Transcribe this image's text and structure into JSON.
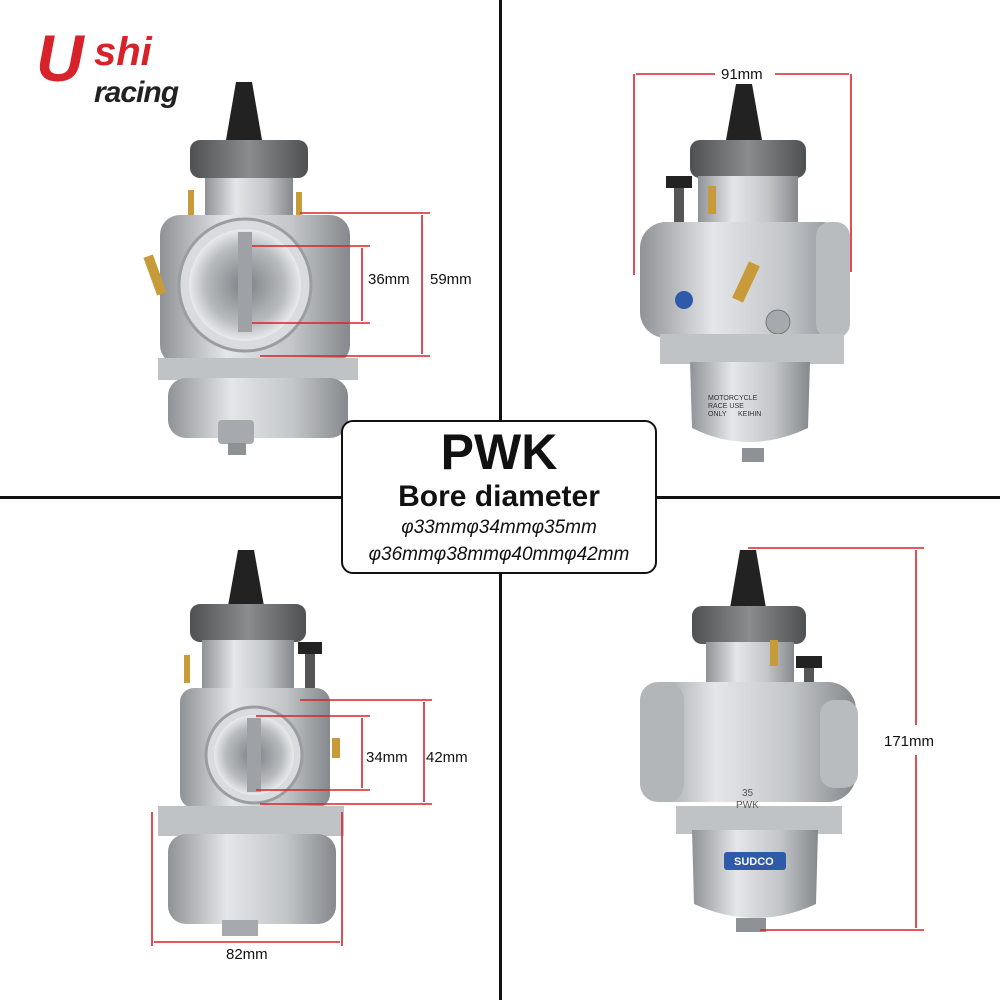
{
  "brand": {
    "mark": "U",
    "name": "shi",
    "tagline": "racing",
    "accent_color": "#d8222a"
  },
  "info": {
    "model": "PWK",
    "subtitle": "Bore diameter",
    "sizes_row1": "φ33mmφ34mmφ35mm",
    "sizes_row2": "φ36mmφ38mmφ40mmφ42mm"
  },
  "panels": {
    "top_left": {
      "inner_bore": "36mm",
      "outer_bore": "59mm"
    },
    "top_right": {
      "width": "91mm",
      "float_bowl_text_1": "MOTORCYCLE",
      "float_bowl_text_2": "RACE USE",
      "float_bowl_text_3": "ONLY",
      "float_bowl_text_4": "KEIHIN"
    },
    "bottom_left": {
      "inner_bore": "34mm",
      "outer_bore": "42mm",
      "width": "82mm"
    },
    "bottom_right": {
      "height": "171mm",
      "body_size": "35",
      "body_model": "PWK",
      "badge": "SUDCO"
    }
  },
  "colors": {
    "dimension_line": "#d8222a",
    "metal": "#c9cccf",
    "cap": "#6c6e70",
    "nozzle": "#222222",
    "brass": "#c79a3a"
  }
}
